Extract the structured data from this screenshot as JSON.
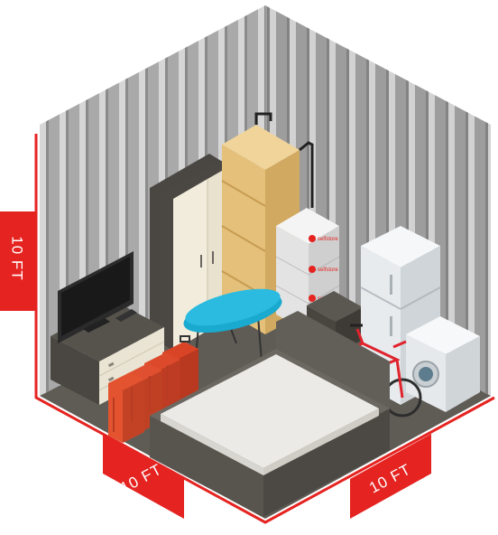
{
  "dimensions": {
    "height_label": "10 FT",
    "width_label": "10 FT",
    "depth_label": "10 FT"
  },
  "box_brand_text": "selfstore",
  "colors": {
    "accent": "#e52421",
    "wall": "#a3a3a4",
    "floor": "#5f5c56",
    "bed_frame": "#625f58",
    "mattress": "#ebeae6",
    "wardrobe_door": "#f1ecdc",
    "shelf_wood": "#e4c07a",
    "ironing_board": "#1aa9cf",
    "suitcase": "#dd4a2b",
    "bicycle": "#e0232c",
    "fridge": "#e7ebee"
  }
}
